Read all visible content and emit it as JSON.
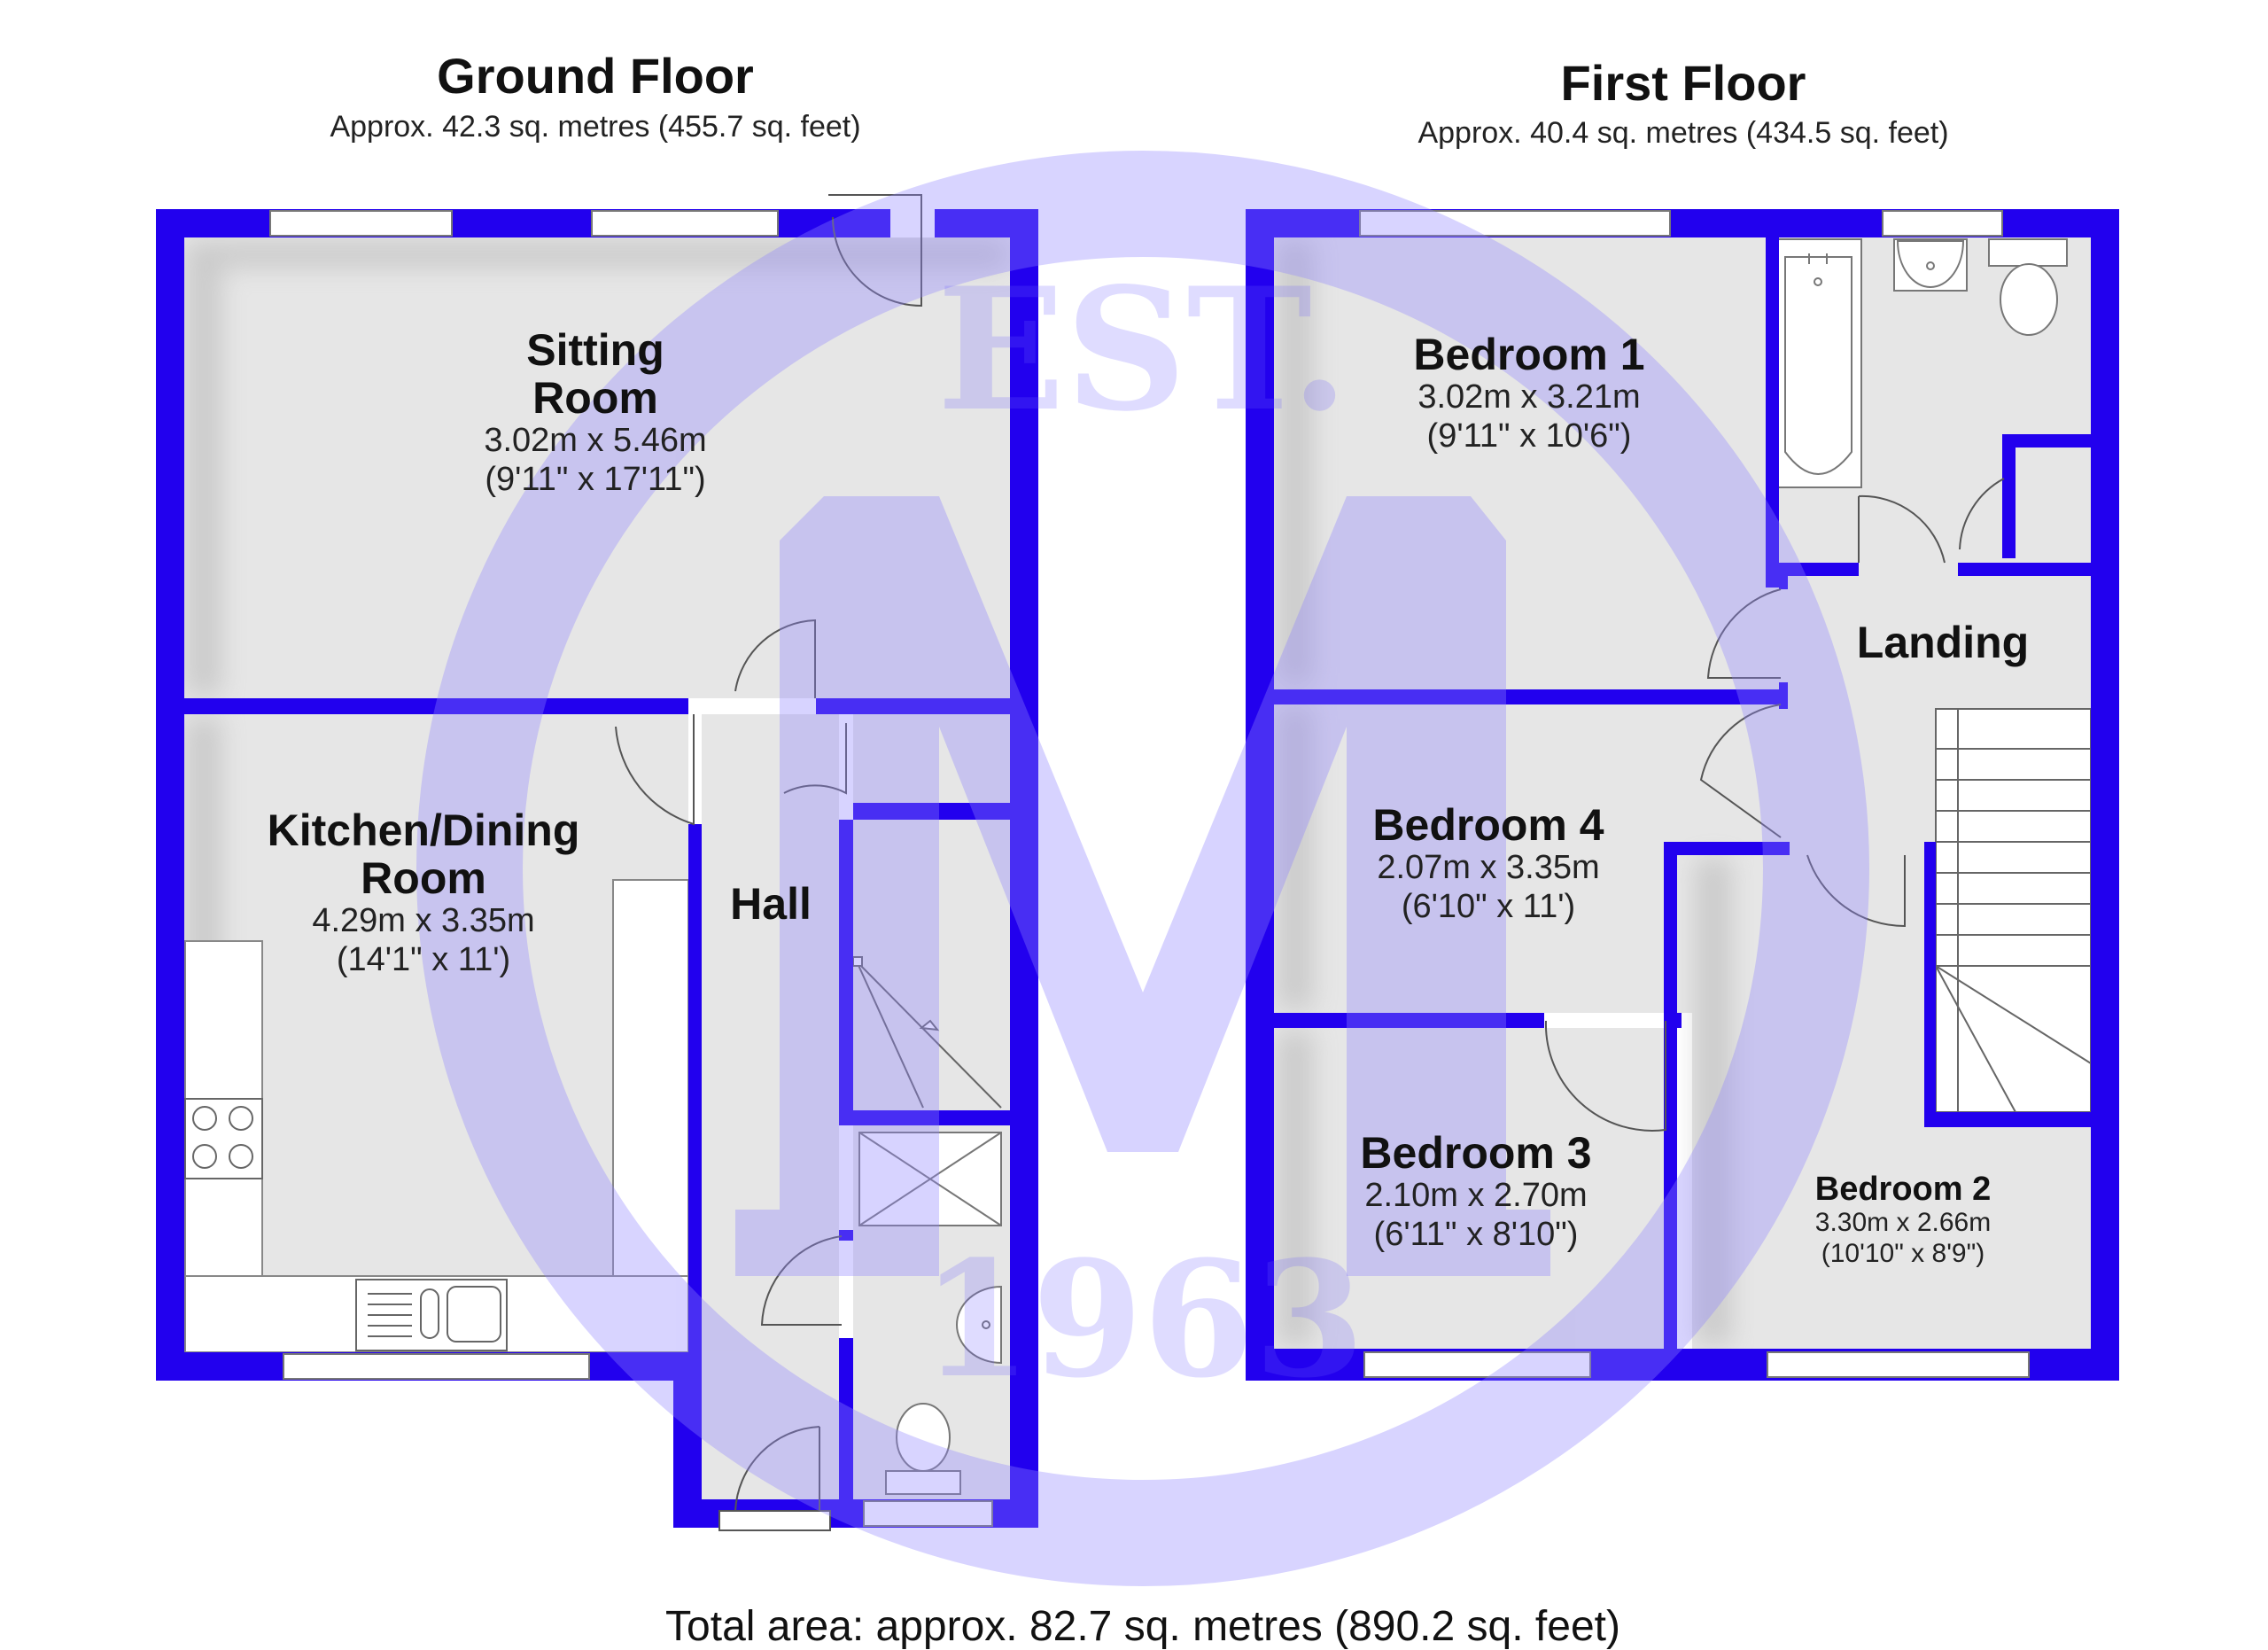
{
  "colors": {
    "wall": "#2200ee",
    "floor": "#e6e6e6",
    "watermark": "#6e5fff"
  },
  "ground_floor": {
    "title": "Ground Floor",
    "area": "Approx. 42.3 sq. metres (455.7 sq. feet)",
    "rooms": {
      "sitting": {
        "name_line1": "Sitting",
        "name_line2": "Room",
        "dim_metric": "3.02m x 5.46m",
        "dim_imperial": "(9'11\" x 17'11\")"
      },
      "kitchen": {
        "name_line1": "Kitchen/Dining",
        "name_line2": "Room",
        "dim_metric": "4.29m x 3.35m",
        "dim_imperial": "(14'1\" x 11')"
      },
      "hall": {
        "name": "Hall"
      }
    }
  },
  "first_floor": {
    "title": "First Floor",
    "area": "Approx. 40.4 sq. metres (434.5 sq. feet)",
    "rooms": {
      "bedroom1": {
        "name": "Bedroom 1",
        "dim_metric": "3.02m x 3.21m",
        "dim_imperial": "(9'11\" x 10'6\")"
      },
      "bedroom4": {
        "name": "Bedroom 4",
        "dim_metric": "2.07m x 3.35m",
        "dim_imperial": "(6'10\" x 11')"
      },
      "bedroom3": {
        "name": "Bedroom 3",
        "dim_metric": "2.10m x 2.70m",
        "dim_imperial": "(6'11\" x 8'10\")"
      },
      "bedroom2": {
        "name": "Bedroom 2",
        "dim_metric": "3.30m x 2.66m",
        "dim_imperial": "(10'10\" x 8'9\")"
      },
      "landing": {
        "name": "Landing"
      }
    }
  },
  "watermark": {
    "top": "EST.",
    "bottom": "1963",
    "mark": "M"
  },
  "total_area": "Total area: approx. 82.7 sq. metres (890.2 sq. feet)"
}
